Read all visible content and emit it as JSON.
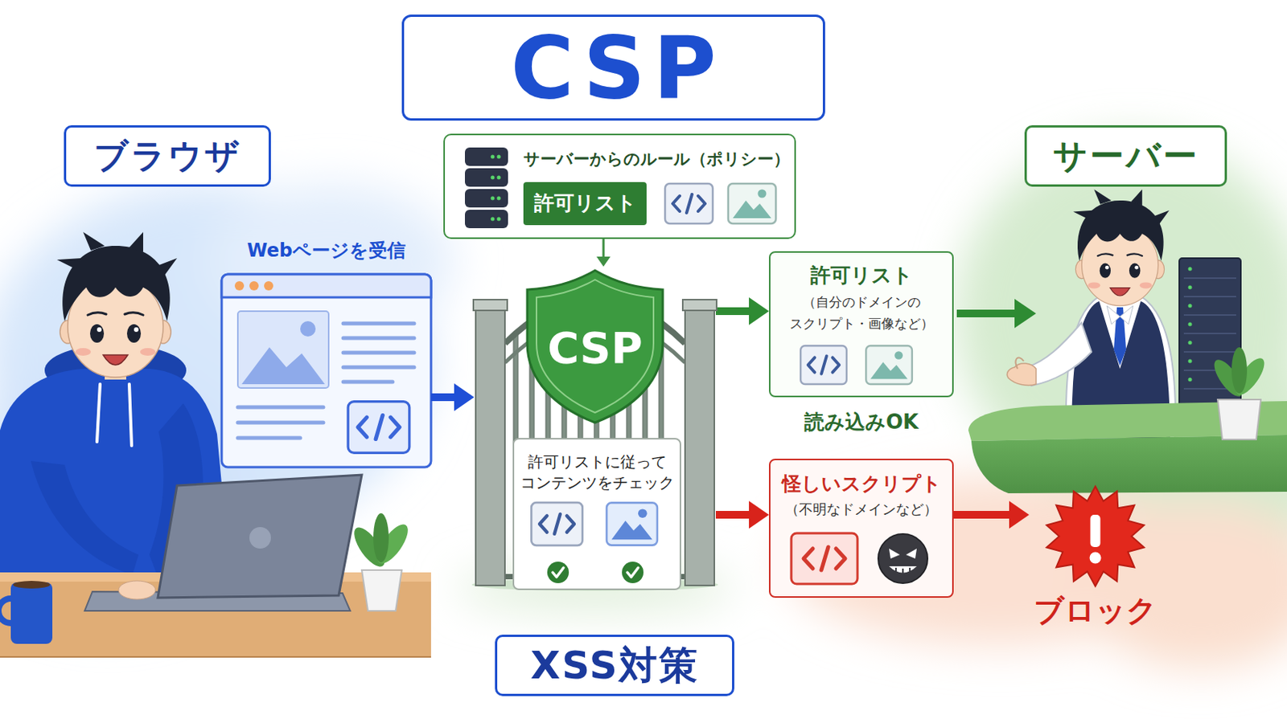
{
  "diagram": {
    "title": "CSP",
    "nodes": [
      {
        "text": [
          "ブラウザ"
        ]
      },
      {
        "text": [
          "サーバーからのルール（ポリシー）"
        ]
      },
      {
        "text": [
          "許可リスト"
        ],
        "in": 1
      },
      {
        "text": [
          "サーバー"
        ]
      },
      {
        "text": [
          "Webページを受信"
        ]
      },
      {
        "text": [
          "CSP"
        ]
      },
      {
        "text": [
          "許可リストに従って コンテンツをチェック"
        ],
        "in": 5
      },
      {
        "text": [
          "許可リスト",
          "（自分のドメインの スクリプト・画像など）"
        ]
      },
      {
        "text": [
          "怪しいスクリプト",
          "（不明なドメインなど）"
        ]
      },
      {
        "text": [
          "ブロック"
        ]
      },
      {
        "text": [
          "XSS対策"
        ]
      }
    ],
    "edges": [
      {
        "from": 4,
        "to": 5,
        "arrow": "to"
      },
      {
        "from": 1,
        "to": 5,
        "arrow": "to"
      },
      {
        "from": 5,
        "to": 7,
        "arrow": "to"
      },
      {
        "from": 5,
        "to": 8,
        "arrow": "to"
      },
      {
        "from": 8,
        "to": 9,
        "arrow": "to"
      }
    ],
    "labels": [
      "読み込みOK"
    ]
  }
}
